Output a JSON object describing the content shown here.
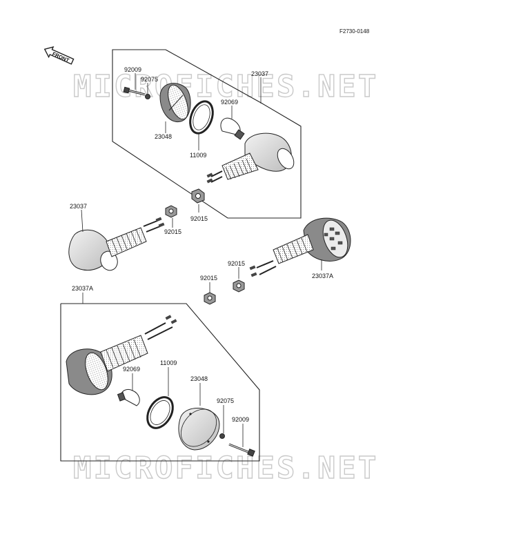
{
  "figure_id": "F2730-0148",
  "front_label": "FRONT",
  "watermark": "MICROFICHES.NET",
  "labels": {
    "l92009a": "92009",
    "l92075a": "92075",
    "l23037a": "23037",
    "l92069a": "92069",
    "l23048a": "23048",
    "l11009a": "11009",
    "l92015a": "92015",
    "l23037b": "23037",
    "l92015b": "92015",
    "l92015c": "92015",
    "l23037A1": "23037A",
    "l92015d": "92015",
    "l23037A2": "23037A",
    "l11009b": "11009",
    "l92069b": "92069",
    "l23048b": "23048",
    "l92075b": "92075",
    "l92009b": "92009"
  },
  "colors": {
    "ink": "#222222",
    "watermark": "#c9c9c9",
    "paper": "#ffffff"
  }
}
